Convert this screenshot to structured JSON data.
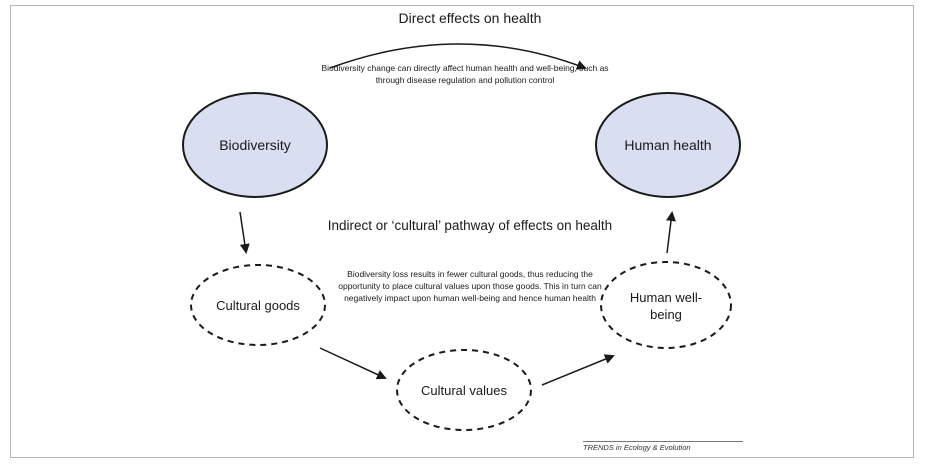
{
  "direct": {
    "title": "Direct effects on health",
    "description": "Biodiversity change can directly affect human health and well-being, such as through disease regulation and pollution control"
  },
  "indirect": {
    "title": "Indirect or ‘cultural’ pathway of effects on health",
    "description": "Biodiversity loss results in fewer cultural goods, thus reducing the opportunity to place cultural values upon those goods. This in turn can negatively impact upon human well-being and hence human health"
  },
  "nodes": {
    "biodiversity": "Biodiversity",
    "human_health": "Human health",
    "cultural_goods": "Cultural goods",
    "cultural_values": "Cultural values",
    "human_wellbeing": "Human well-being"
  },
  "credit": "TRENDS in Ecology & Evolution",
  "colors": {
    "solid_node_fill": "#d9dff0",
    "stroke": "#1a1a1a",
    "frame": "#b5b5b5"
  }
}
